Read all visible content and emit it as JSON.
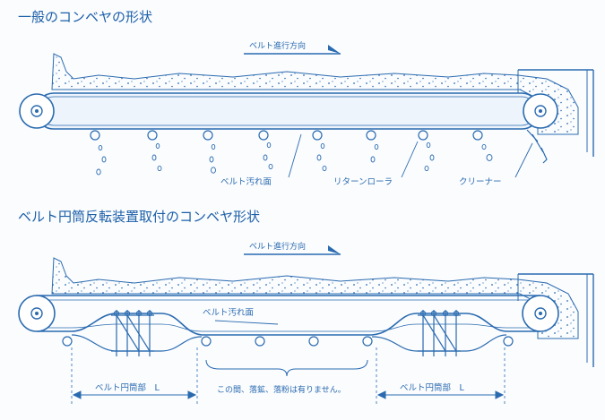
{
  "diagram": {
    "title_top": "一般のコンベヤの形状",
    "title_bottom": "ベルト円筒反転装置取付のコンベヤ形状",
    "direction_label": "ベルト進行方向",
    "label_belt_dirt": "ベルト汚れ面",
    "label_return_roller": "リターンローラ",
    "label_cleaner": "クリーナー",
    "label_belt_section": "ベルト円筒部　L",
    "label_no_spill": "この間、落鉱、落粉は有りません。",
    "colors": {
      "line": "#2a6bb0",
      "text": "#1b5fa8",
      "belt_fill": "#eef4fb",
      "material_dot": "#2a6bb0"
    }
  }
}
